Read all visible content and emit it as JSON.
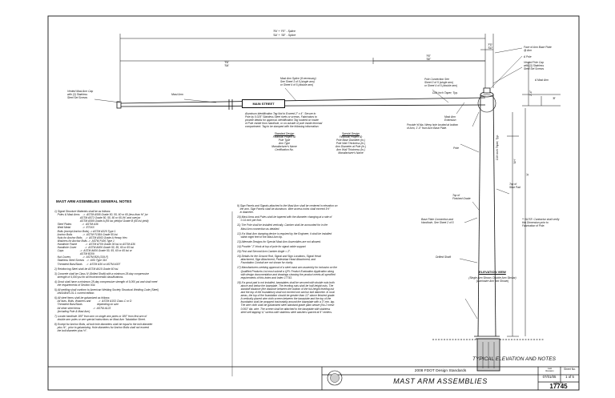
{
  "drawing": {
    "top_dims": {
      "fa_fe_splice": "'FA' + 'FE' - Splice",
      "sa_se_splice": "'SA' + 'SE' - Splice",
      "fa_sa": "'FA'\n'SA'",
      "fe_se": "'FE'\n'SE'",
      "fd_sd": "'FD'\n'SD'"
    },
    "labels": {
      "face_arm_base_plate": "Face of Arm Base Plate\n@ Arm",
      "cl_pole": "℄ Pole",
      "vented_pole_cap": "Vented Pole Cap\nwith (3) Stainless\nSteel Set Screws",
      "cl_mast_arm": "℄ Mast Arm",
      "vented_mast_arm_cap": "Vented Mast Arm Cap\nwith (3) Stainless\nSteel Set Screws",
      "mast_arm": "Mast Arm",
      "main_street": "MAIN STREET",
      "mast_arm_splice": "Mast Arm Splice (If necessary)\nSee Sheet 3 of 5 (single arm)\nor Sheet 4 of 5 (double arm)",
      "pole_connection": "Pole Connection See\nSheet 3 of 5 (single arm)\nor Sheet 4 of 5 (double arm)",
      "dj_half_taper": "DJ# Inch Taper, Typ.",
      "mast_arm_extension": "Mast Arm\nExtension",
      "provide_hole": "Provide ⅝\"dia. Weep hole located at bottom\nof Arm, 1'-0\" from Arm Base Plate.",
      "pole": "Pole",
      "top_finished_grade": "Top of\nFinished Grade",
      "top_strut_pad": "Top of\nStrut Pad",
      "base_plate_connection": "Base Plate Connection and\nHandhole, See Sheet 2 of 5",
      "drilled_shaft": "Drilled Shaft",
      "notes_contractor": "** NOTE: Contractor shall verify\nthis Dimension prior to\nFabrication of Pole.",
      "pole_taper": "DJ# Inch Taper, Typ.",
      "uh": "'UH'",
      "elevation_view": "ELEVATION VIEW",
      "elevation_sub": "(Single Arm Shown, Double Arm Similar)\n(Luminaire Arm Not Shown)",
      "dim_one": "1'-6\"",
      "dim_a": "'A'",
      "dim_b": "'B'"
    },
    "id_note": "Aluminum Identification Tag Not to Exceed 2\" x 4\". Secure to\nPole by 0.025\" Stainless Steel rivets or screws. Fabricators to\nprovide details for approval. Identification Tag located on inside\nof Pole visible from handhole, or on outside of pole inside terminal\ncompartment. Tag to be stamped with the following information:",
    "id_table": {
      "col1_head": "Standard Design",
      "col1": "Financial Project ID\nPole Type\nArm Type\nManufacturer's Name\nCertification No.",
      "col2_head": "Special Design",
      "col2": "Financial Project ID\nPole Base Diameter (In.)\nPole Wall Thickness (In.)\nArm Diameter at Pole (In.)\nArm Wall Thickness (In.)\nManufacturer's Name"
    }
  },
  "notes": {
    "title": "MAST ARM ASSEMBLIES GENERAL NOTES",
    "left": [
      "1) Signal Structure Materials shall be as follows:\n    Poles & Mast Arms    ->  ASTM A595 Grade 50, 55, 60 or 65 (less than ⅝\" )or\n                                   ASTM A572 Grade 50, 55, 60 or 65 (⅝\" and over)or\n                                   ASTM A595 Grade A (55 ksi yield)or Grade B (60 ksi yield)\n    Steel Plates              ->  ASTM A36\n    Weld Metal                ->  E70XX\n    Bolts (except Anchor Bolts) -> ASTM A325 Type 1\n    Anchor Bolts              ->  ASTM F1554 Grade 55 ksi\n    Nuts for Anchor Bolts    ->  ASTM A563 Grade A Heavy Hex\n    Washers for Anchor Bolts ->  ASTM F436 Type 1\n    Handhole Frame           ->  ASTM A709 Grade 36 ksi or ASTM A36\n    Handhole Cover           ->  ASTM A606 Grade 50, 55, 60 or 65 ksi\n    Caps                      ->  ASTM A606 Grade 50, 55, 60 or 65 ksi or\n                                   ASTM B209\n    Nut Covers                ->  ASTM B26 (319-F)\n    Stainless Steel Screws   ->  AISI Type 316\n    Threaded Bars/Studs     ->  ASTM A36 or ASTM A307",
      "2) Reinforcing Steel shall be ASTM A615 Grade 60 ksi.",
      "3) Concrete shall be Class IV (Drilled Shaft) with a minimum 28-day compressive\n    strength of 4,000 psi for all environmental classifications.",
      "4) Grout shall have a minimum 28-day compressive strength of 5,000 psi and shall meet\n    the requirements of Section 934.",
      "5) All welding shall conform to American Welding Society Structural Welding Code (Steel)\n    ANSI/AWS D1.1 current edition.",
      "6) All steel items shall be galvanized as follows:\n    All Nuts, Bolts, Washers and          ->  ASTM A153 Class C or D\n    Threaded Bars/Studs                    depending on size\n    All other steel items                 ->  ASTM A123\n    (including Pole & Mast Arm)",
      "7) Locate handhole 180° from arm on single arm poles or 180° from first arm of\n    double arm poles or see special instructions on Mast Arm Tabulation Sheet.",
      "8) Except for Anchor Bolts, all bolt hole diameters shall be equal to the bolt diameter\n    plus ⅛\" , prior to galvanizing. Hole diameters for Anchor Bolts shall not exceed\n    the bolt diameter plus ½\"."
    ],
    "right": [
      "9) Sign Panels and Signals attached to the Mast Arm shall be centered in elevation on\n    the arm. Sign Panels shall be aluminum. Wire access holes shall exceed 1½\"\n    in diameter.",
      "10) Mast Arms and Poles shall be tapered with the diameter changing at a rate of\n     0.14 inch per foot.",
      "11) The Pole shall be installed vertically. Camber shall be accounted for in the\n     Mast Arm connection as detailed.",
      "12) If a Mast Arm damping device is required by the Engineer, it shall be installed\n     within eight feet of the Mast Arm tip.",
      "13) Alternate Designs for Special Mast Arm Assemblies are not allowed.",
      "14) Provide \"J\"-Hook at top of pole for signal cable support.",
      "15) First and Second Arm Camber Angle = 2°.",
      "16) Details for the Ground Rod, Signal and Sign Locations, Signal Head\n     attachment, Sign Attachment, Pedestrian Head Attachment, and\n     Foundation Conduit are not shown for clarity.",
      "17) Manufacturers seeking approval of a steel mast arm assembly for inclusion on the\n     Qualified Products List must submit a QPL Product Evaluation Application along\n     with design documentation and drawings showing the product meets all specified\n     requirements of this Index and Index 17743.",
      "18) If a grout pad is not installed, baseplates shall be secured with double nuts both\n     above and below the baseplate. The leveling nuts shall be half-height nuts. The\n     standoff distance (the distance between the bottom of the full-height leveling nut\n     and the top of the foundation) shall not exceed one anchor bolt diameter. In rural\n     areas, the top of the foundation should be greater than 12\" above finished grade.\n     A vertically placed wire cloth screen between the baseplate and the top of the\n     foundation shall be wrapped horizontally around the baseplate with a 3\" min. lap.\n     The wire cloth shall be galvanized steel standard grade plain weave (No.2 mesh\n     0.063\" dia. wire. The screen shall be attached to the baseplate with stainless\n     steel self-tapping ¼\" screws with stainless steel washers spaced at 9\" centers."
    ]
  },
  "title_block": {
    "sheet_title": "TYPICAL ELEVATION AND NOTES",
    "standards": "2008 FDOT Design Standards",
    "description": "MAST ARM ASSEMBLIES",
    "last_revision_label": "Last\nRevision",
    "last_revision": "07/01/05",
    "sheet_no_label": "Sheet No.",
    "sheet_no": "1 of 5",
    "index_label": "Index No.",
    "index_no": "17745"
  }
}
